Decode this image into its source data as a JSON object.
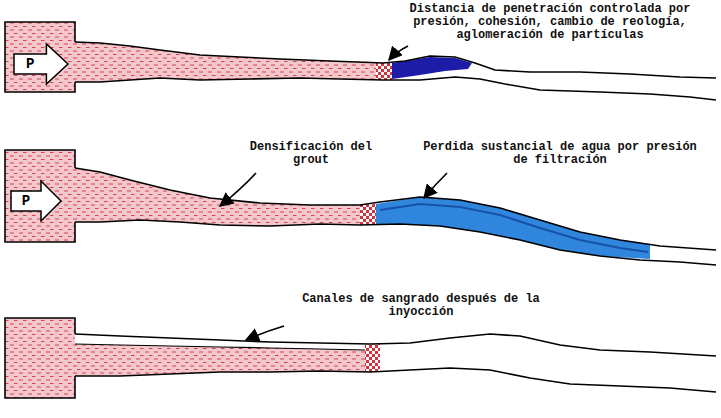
{
  "diagram": {
    "nodes": [
      {
        "text": [
          "P"
        ]
      },
      {
        "text": [
          "P"
        ]
      }
    ],
    "labels": [
      "Distancia de penetración controlada por presión, cohesión, cambio de reología, aglomeración de partículas",
      "Densificación del grout",
      "Perdida sustancial de agua por presión de filtración",
      "Canales de sangrado después de la inyocción"
    ]
  }
}
